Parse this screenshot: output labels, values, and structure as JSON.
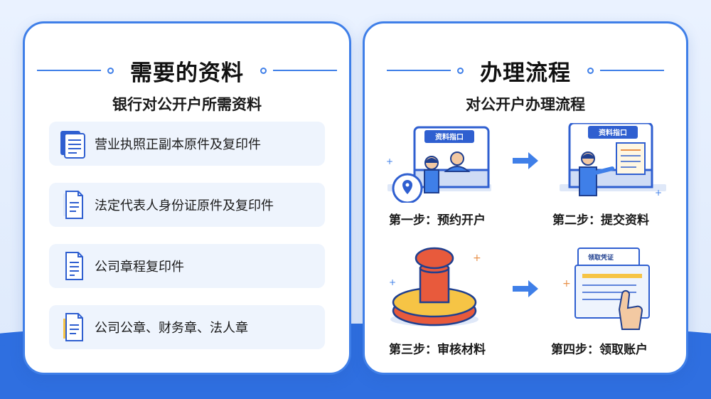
{
  "left_card": {
    "title": "需要的资料",
    "subtitle": "银行对公开户所需资料",
    "items": [
      {
        "label": "营业执照正副本原件及复印件",
        "icon": "document-stack-icon"
      },
      {
        "label": "法定代表人身份证原件及复印件",
        "icon": "document-icon"
      },
      {
        "label": "公司章程复印件",
        "icon": "document-icon"
      },
      {
        "label": "公司公章、财务章、法人章",
        "icon": "document-yellow-icon"
      }
    ]
  },
  "right_card": {
    "title": "办理流程",
    "subtitle": "对公开户办理流程",
    "steps": [
      {
        "label": "第一步：预约开户",
        "sign": "资料指口",
        "icon": "bank-counter-icon"
      },
      {
        "label": "第二步：提交资料",
        "sign": "资料指口",
        "icon": "submit-documents-icon"
      },
      {
        "label": "第三步：审核材料",
        "icon": "stamp-icon"
      },
      {
        "label": "第四步：领取账户",
        "sign": "领取凭证",
        "icon": "receipt-hand-icon"
      }
    ]
  },
  "colors": {
    "accent": "#3f7fe8",
    "band": "#2f6fe0",
    "row_bg": "#eef4fd",
    "stamp_red": "#e85a3c",
    "stamp_yellow": "#f6c445"
  }
}
